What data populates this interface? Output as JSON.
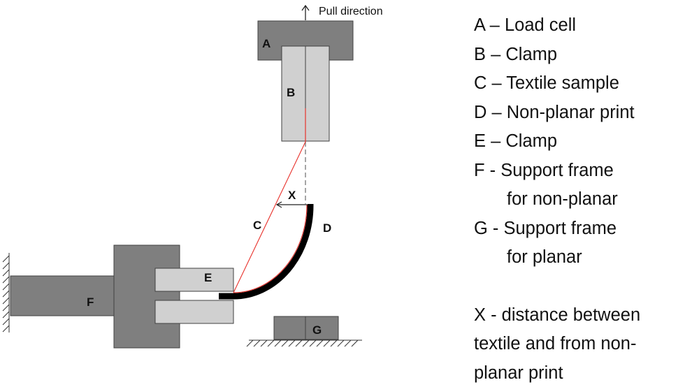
{
  "diagram": {
    "pull_direction": "Pull direction",
    "labels": {
      "a": "A",
      "b": "B",
      "c": "C",
      "d": "D",
      "e": "E",
      "f": "F",
      "g": "G",
      "x": "X"
    },
    "colors": {
      "dark_gray": "#7f7f7f",
      "light_gray": "#d0d0d0",
      "outline": "#404040",
      "textile_line": "#e8322c",
      "print": "#000000"
    }
  },
  "legend": {
    "a": "A – Load cell",
    "b": "B – Clamp",
    "c": "C – Textile sample",
    "d": "D – Non-planar print",
    "e": "E – Clamp",
    "f_line1": "F -  Support frame",
    "f_line2": "for non-planar",
    "g_line1": "G - Support frame",
    "g_line2": "for planar",
    "x_line1": "X - distance between",
    "x_line2": "textile and from non-",
    "x_line3": "planar print"
  }
}
